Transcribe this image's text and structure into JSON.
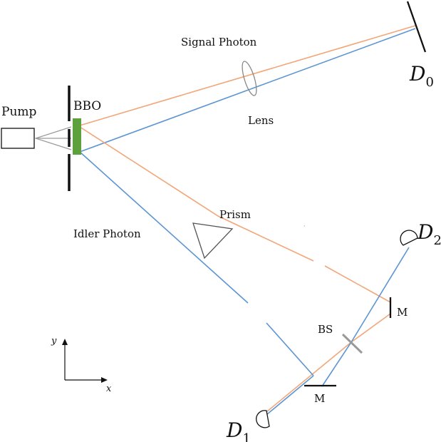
{
  "labels": {
    "signal_photon": "Signal Photon",
    "lens": "Lens",
    "pump": "Pump",
    "bbo": "BBO",
    "prism": "Prism",
    "idler_photon": "Idler Photon",
    "mirror_upper": "M",
    "mirror_lower": "M",
    "beam_splitter": "BS",
    "axis_x": "x",
    "axis_y": "y"
  },
  "detectors": {
    "d0": {
      "main": "D",
      "sub": "0"
    },
    "d1": {
      "main": "D",
      "sub": "1"
    },
    "d2": {
      "main": "D",
      "sub": "2"
    }
  },
  "colors": {
    "signal_beam": "#f2a679",
    "idler_beam": "#5b95d2",
    "crystal": "#5ca13c",
    "optics": "#111111",
    "beam_splitter": "#9a9a9a"
  }
}
